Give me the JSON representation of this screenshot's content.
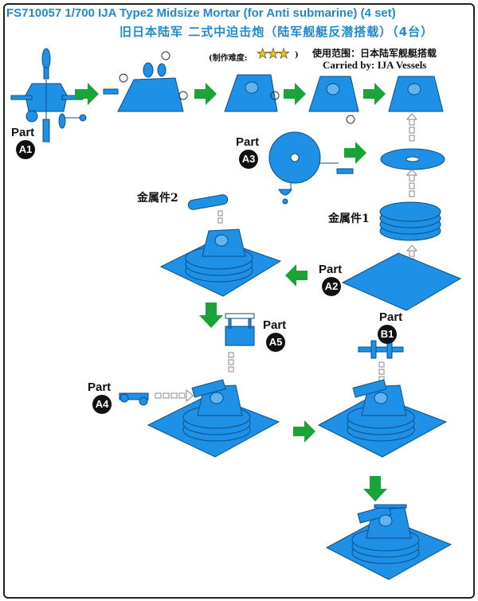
{
  "title": "FS710057 1/700 IJA Type2 Midsize Mortar (for Anti submarine) (4 set)",
  "title_cn": "旧日本陆军 二式中迫击炮（陆军舰艇反潜搭载）（4台）",
  "difficulty_label": "(制作难度:",
  "difficulty_close": ")",
  "difficulty_stars": "★★★",
  "usage_scope": "使用范围：日本陆军舰艇搭载",
  "carried_by": "Carried by: IJA Vessels",
  "part_word": "Part",
  "parts": {
    "a1": "A1",
    "a2": "A2",
    "a3": "A3",
    "a4": "A4",
    "a5": "A5",
    "b1": "B1"
  },
  "metal_part_2": "金属件2",
  "metal_part_1": "金属件1",
  "colors": {
    "part_blue": "#1e90e6",
    "arrow_green": "#1aa337",
    "title_blue": "#1f8ad0"
  }
}
